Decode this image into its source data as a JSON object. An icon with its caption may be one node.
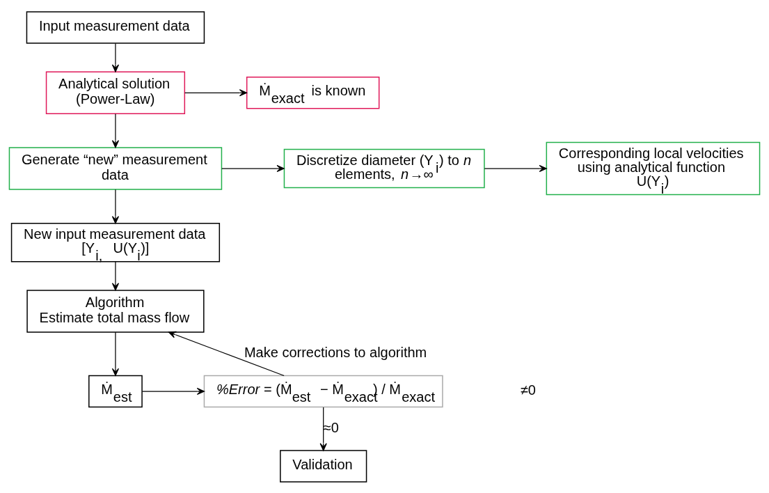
{
  "diagram": {
    "nodes": [
      {
        "text": [
          "Input measurement data"
        ]
      },
      {
        "text": [
          "Analytical solution (Power-Law)"
        ]
      },
      {
        "text": [
          "Ṁ$_{exact}$ is known"
        ]
      },
      {
        "text": [
          "Generate “new” measurement data"
        ]
      },
      {
        "text": [
          "Discretize diameter (Y$_{i}$) to *n* elements, *n*→∞"
        ]
      },
      {
        "text": [
          "Corresponding local velocities using analytical function U(Y$_{i}$)"
        ]
      },
      {
        "text": [
          "New input measurement data [Y$_{i,}$ U(Y$_{i}$)]"
        ]
      },
      {
        "text": [
          "Algorithm",
          "Estimate total mass flow"
        ]
      },
      {
        "text": [
          "Ṁ$_{est}$"
        ]
      },
      {
        "text": [
          "*%Error* = (Ṁ$_{est}$ − Ṁ$_{exact}$) / Ṁ$_{exact}$"
        ]
      },
      {
        "text": [
          "Validation"
        ]
      }
    ],
    "edges": [
      {
        "from": 0,
        "to": 1,
        "arrow": "to"
      },
      {
        "from": 1,
        "to": 2,
        "arrow": "to"
      },
      {
        "from": 1,
        "to": 3,
        "arrow": "to"
      },
      {
        "from": 3,
        "to": 4,
        "arrow": "to"
      },
      {
        "from": 4,
        "to": 5,
        "arrow": "to"
      },
      {
        "from": 3,
        "to": 6,
        "arrow": "to"
      },
      {
        "from": 6,
        "to": 7,
        "arrow": "to"
      },
      {
        "from": 7,
        "to": 8,
        "arrow": "to"
      },
      {
        "from": 8,
        "to": 9,
        "arrow": "to"
      },
      {
        "from": 9,
        "to": 7,
        "arrow": "to",
        "label": "Make corrections to algorithm"
      },
      {
        "from": 9,
        "to": 10,
        "arrow": "to",
        "label": "≈0"
      }
    ],
    "labels": [
      "≠0"
    ]
  }
}
